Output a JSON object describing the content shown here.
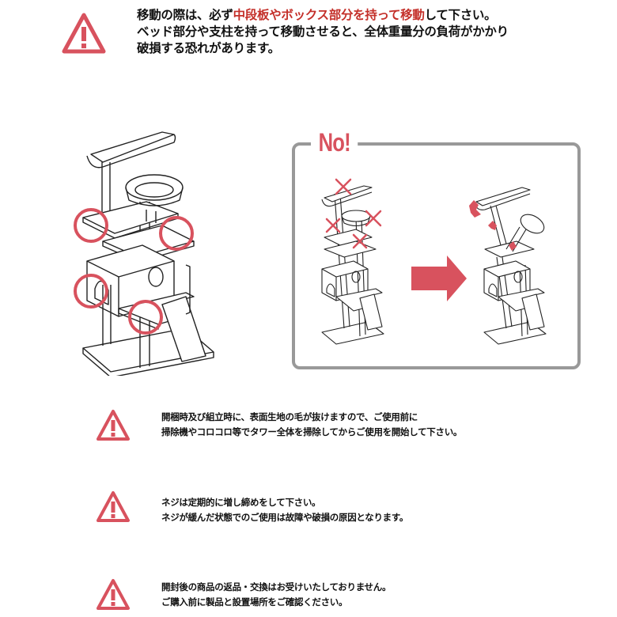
{
  "colors": {
    "accent": "#d8525e",
    "highlight_text": "#c4302a",
    "box_border": "#999999",
    "line": "#222222"
  },
  "top_warning": {
    "icon": "warning-triangle-icon",
    "line1": {
      "pre": "移動の際は、必ず",
      "highlight": "中段板やボックス部分を持って移動",
      "post": "して下さい。"
    },
    "line2": "ベッド部分や支柱を持って移動させると、全体重量分の負荷がかかり",
    "line3": "破損する恐れがあります。"
  },
  "illustration": {
    "no_label": "No!",
    "correct_grip_marker_icon": "circle-marker-icon",
    "wrong_grip_marker_icon": "x-mark-icon",
    "arrow_icon": "right-arrow-icon"
  },
  "notes": [
    {
      "icon": "warning-triangle-icon",
      "lines": [
        "開梱時及び組立時に、表面生地の毛が抜けますので、ご使用前に",
        "掃除機やコロコロ等でタワー全体を掃除してからご使用を開始して下さい。"
      ]
    },
    {
      "icon": "warning-triangle-icon",
      "lines": [
        "ネジは定期的に増し締めをして下さい。",
        "ネジが緩んだ状態でのご使用は故障や破損の原因となります。"
      ]
    },
    {
      "icon": "warning-triangle-icon",
      "lines": [
        "開封後の商品の返品・交換はお受けいたしておりません。",
        "ご購入前に製品と設置場所をご確認ください。"
      ]
    }
  ]
}
